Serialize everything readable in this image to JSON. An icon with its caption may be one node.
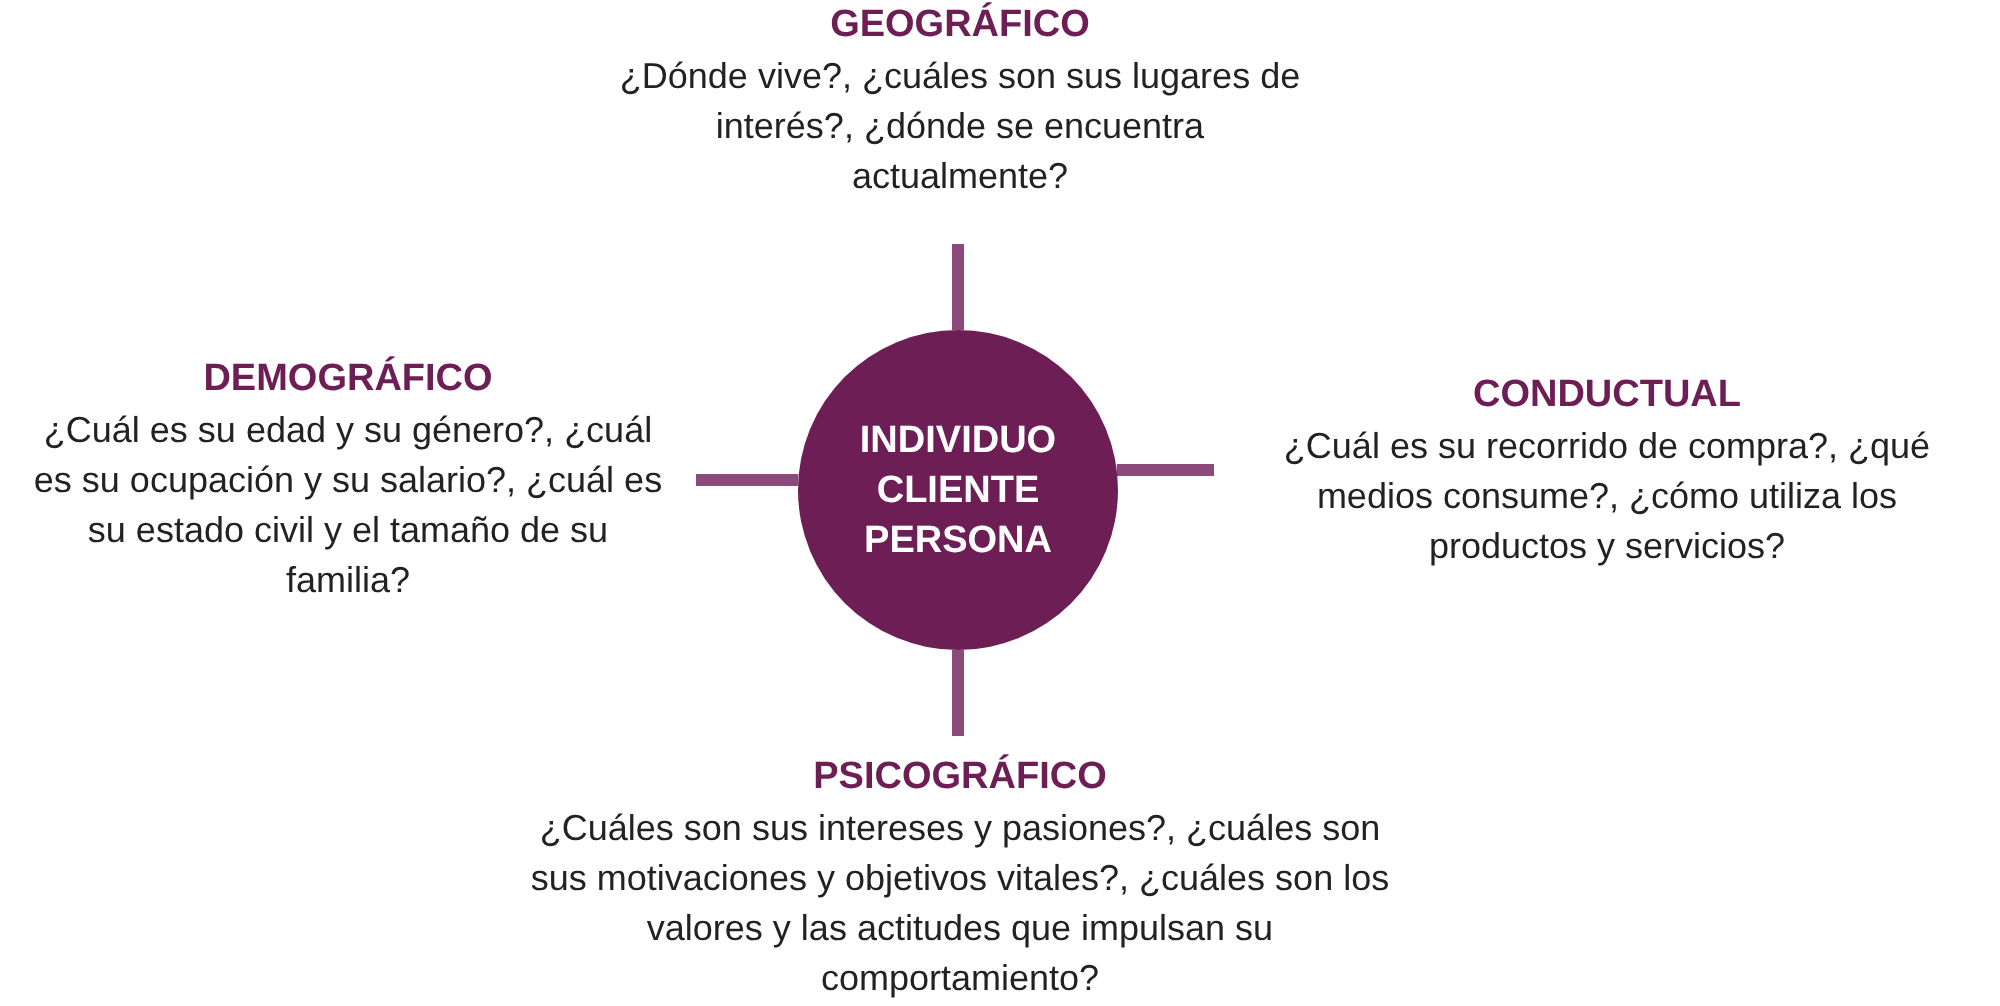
{
  "diagram": {
    "nodes": [
      {
        "text": [
          "INDIVIDUO CLIENTE PERSONA"
        ]
      },
      {
        "text": [
          "GEOGRÁFICO",
          "¿Dónde vive?, ¿cuáles son sus lugares de interés?, ¿dónde se encuentra actualmente?"
        ]
      },
      {
        "text": [
          "DEMOGRÁFICO",
          "¿Cuál es su edad y su género?, ¿cuál es su ocupación y su salario?, ¿cuál es su estado civil y el tamaño de su familia?"
        ]
      },
      {
        "text": [
          "CONDUCTUAL",
          "¿Cuál es su recorrido de compra?, ¿qué medios consume?, ¿cómo utiliza los productos y servicios?"
        ]
      },
      {
        "text": [
          "PSICOGRÁFICO",
          "¿Cuáles son sus intereses y pasiones?, ¿cuáles son sus motivaciones y objetivos vitales?, ¿cuáles son los valores y las actitudes que impulsan su comportamiento?"
        ]
      }
    ],
    "edges": [
      {
        "from": 0,
        "to": 1,
        "arrow": "none"
      },
      {
        "from": 0,
        "to": 2,
        "arrow": "none"
      },
      {
        "from": 0,
        "to": 3,
        "arrow": "none"
      },
      {
        "from": 0,
        "to": 4,
        "arrow": "none"
      }
    ]
  }
}
